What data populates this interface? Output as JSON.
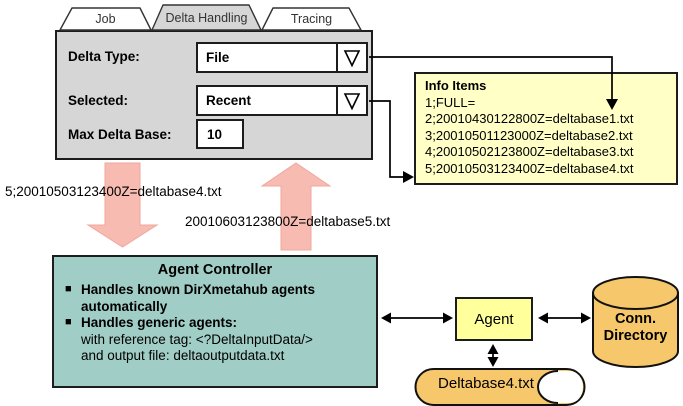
{
  "window": {
    "tabs": [
      {
        "label": "Job",
        "active": false
      },
      {
        "label": "Delta Handling",
        "active": true
      },
      {
        "label": "Tracing",
        "active": false
      }
    ]
  },
  "form": {
    "delta_type": {
      "label": "Delta Type:",
      "value": "File"
    },
    "selected": {
      "label": "Selected:",
      "value": "Recent"
    },
    "max_delta_base": {
      "label": "Max Delta Base:",
      "value": "10"
    }
  },
  "info_box": {
    "title": "Info Items",
    "items": [
      "1;FULL=",
      "2;20010430122800Z=deltabase1.txt",
      "3;20010501123000Z=deltabase2.txt",
      "4;20010502123800Z=deltabase3.txt",
      "5;20010503123400Z=deltabase4.txt"
    ]
  },
  "labels": {
    "to_controller": "5;20010503123400Z=deltabase4.txt",
    "from_controller": "20010603123800Z=deltabase5.txt"
  },
  "agent_controller": {
    "title": "Agent Controller",
    "bullet_icon": "■",
    "bullets": [
      "Handles known DirXmetahub agents automatically",
      "Handles generic agents:"
    ],
    "details": [
      "with reference tag: <?DeltaInputData/>",
      "and output file: deltaoutputdata.txt"
    ]
  },
  "agent": {
    "label": "Agent"
  },
  "conn_directory": {
    "line1": "Conn.",
    "line2": "Directory"
  },
  "delta_file": {
    "label": "Deltabase4.txt"
  },
  "colors": {
    "dialog_gray": "#D6D6D6",
    "info_yellow": "#FFFFC6",
    "agent_yellow": "#FFFF9C",
    "storage_orange": "#F6C76B",
    "controller_teal": "#A0CDC5",
    "arrow_pink": "#F7BBB2"
  }
}
